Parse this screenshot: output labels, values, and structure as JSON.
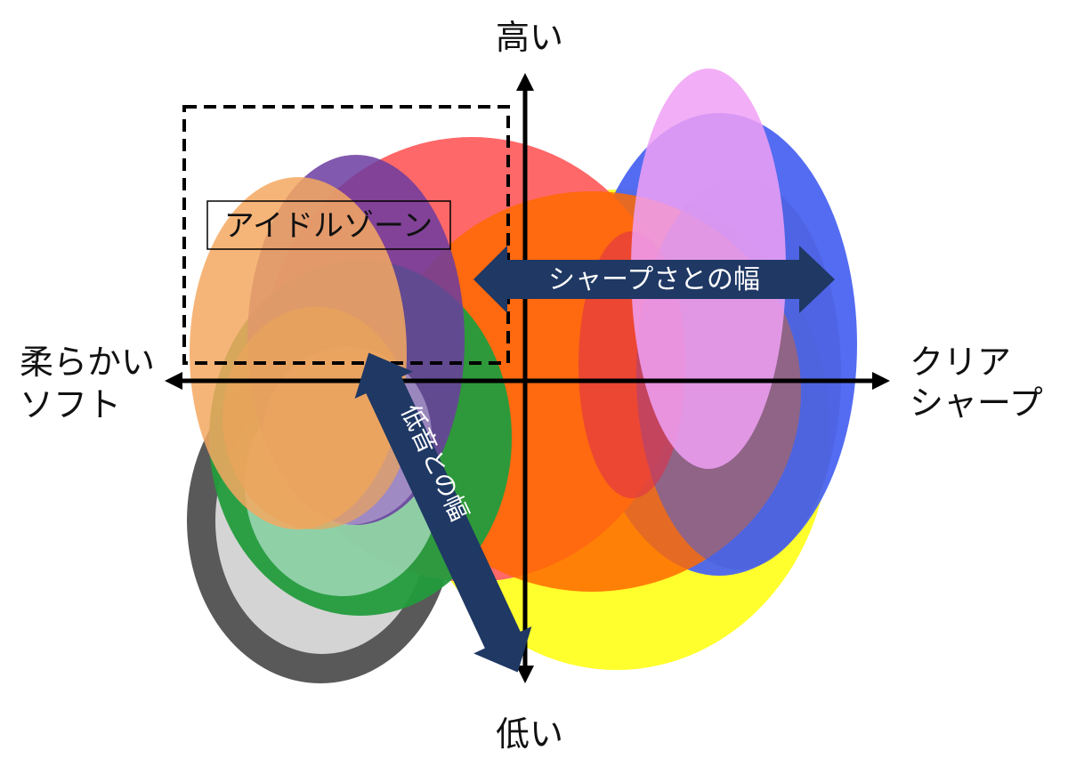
{
  "axes": {
    "top_label": "高い",
    "bottom_label": "低い",
    "left_label_line1": "柔らかい",
    "left_label_line2": "ソフト",
    "right_label_line1": "クリア",
    "right_label_line2": "シャープ"
  },
  "annotations": {
    "idle_zone": "アイドルゾーン",
    "sharp_width": "シャープさとの幅",
    "bass_width": "低音との幅"
  },
  "colors": {
    "axis": "#000000",
    "arrow_fill": "#1f3864",
    "dark_gray": "#595959",
    "light_gray": "#d3d3d3",
    "yellow": "#ffff33",
    "red": "#ff6666",
    "orange": "#ff6600",
    "blue": "#4a64f0",
    "pink": "#f5a0f5",
    "green": "#209c3a",
    "purple": "#6e3ca0",
    "peach": "#f4a860"
  }
}
